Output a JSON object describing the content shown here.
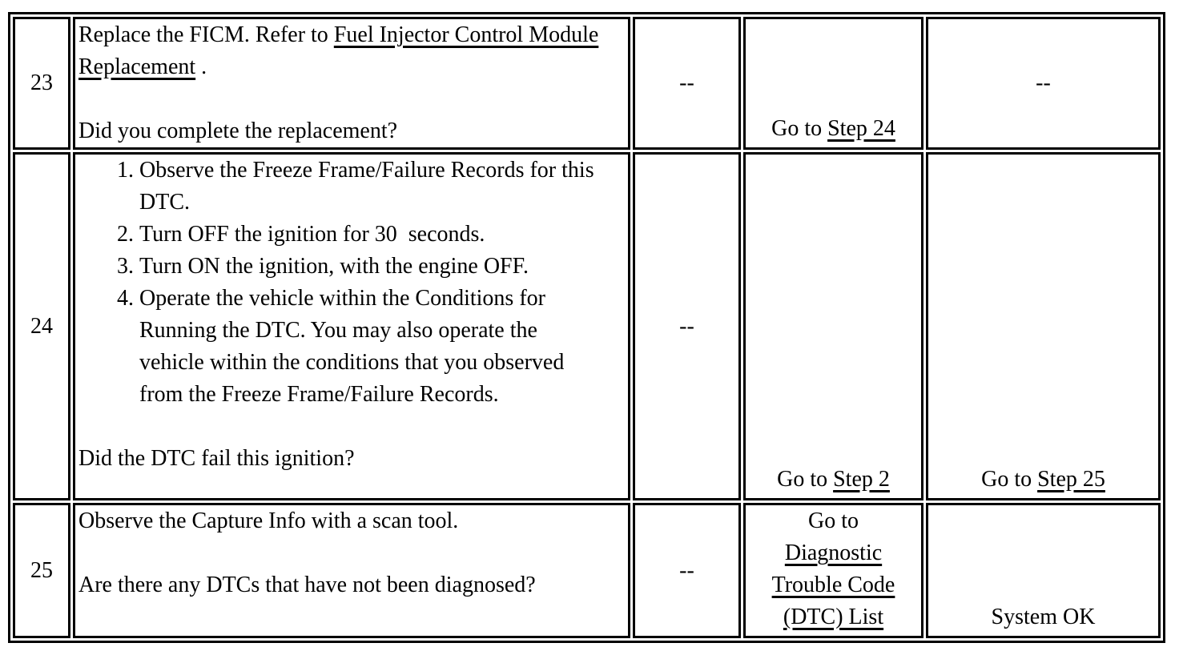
{
  "colors": {
    "border": "#000000",
    "text": "#000000",
    "background": "#ffffff"
  },
  "rows": [
    {
      "step": "23",
      "action": {
        "pre": "Replace the FICM. Refer to ",
        "link": "Fuel Injector Control Module Replacement",
        "post": " .",
        "question": "Did you complete the replacement?"
      },
      "value": "--",
      "yes": {
        "pre": "Go to ",
        "link": "Step 24"
      },
      "no": {
        "text": "--"
      }
    },
    {
      "step": "24",
      "action": {
        "steps": [
          "Observe the Freeze Frame/Failure Records for this DTC.",
          "Turn OFF the ignition for 30  seconds.",
          "Turn ON the ignition, with the engine OFF.",
          "Operate the vehicle within the Conditions for Running the DTC. You may also operate the vehicle within the conditions that you observed from the Freeze Frame/Failure Records."
        ],
        "question": "Did the DTC fail this ignition?"
      },
      "value": "--",
      "yes": {
        "pre": "Go to ",
        "link": "Step 2"
      },
      "no": {
        "pre": "Go to ",
        "link": "Step 25"
      }
    },
    {
      "step": "25",
      "action": {
        "pre": "Observe the Capture Info with a scan tool.",
        "question": "Are there any DTCs that have not been diagnosed?"
      },
      "value": "--",
      "yes": {
        "pre": "Go to",
        "link_lines": [
          "Diagnostic",
          "Trouble Code",
          "(DTC) List"
        ]
      },
      "no": {
        "text": "System OK"
      }
    }
  ]
}
